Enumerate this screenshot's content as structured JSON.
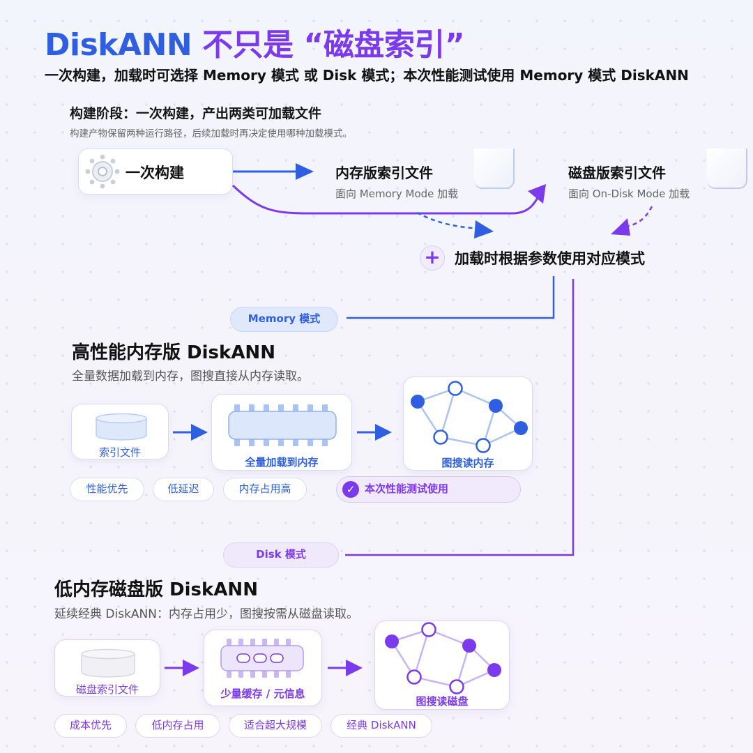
{
  "header": {
    "title_brand": "DiskANN",
    "title_main": " 不只是 “磁盘索引”",
    "subtitle": "一次构建，加载时可选择 Memory 模式 或 Disk 模式；本次性能测试使用 Memory 模式 DiskANN"
  },
  "build_stage": {
    "heading": "构建阶段：一次构建，产出两类可加载文件",
    "description": "构建产物保留两种运行路径，后续加载时再决定使用哪种加载模式。",
    "build_label": "一次构建",
    "memory_file": {
      "title": "内存版索引文件",
      "subtitle": "面向 Memory Mode 加载"
    },
    "disk_file": {
      "title": "磁盘版索引文件",
      "subtitle": "面向 On-Disk Mode 加载"
    },
    "load_label": "加载时根据参数使用对应模式"
  },
  "memory_section": {
    "mode_pill": "Memory 模式",
    "title": "高性能内存版 DiskANN",
    "subtitle": "全量数据加载到内存，图搜直接从内存读取。",
    "steps": [
      "索引文件",
      "全量加载到内存",
      "图搜读内存"
    ],
    "tags": [
      "性能优先",
      "低延迟",
      "内存占用高"
    ],
    "highlight_tag": "本次性能测试使用"
  },
  "disk_section": {
    "mode_pill": "Disk 模式",
    "title": "低内存磁盘版 DiskANN",
    "subtitle": "延续经典 DiskANN：内存占用少，图搜按需从磁盘读取。",
    "steps": [
      "磁盘索引文件",
      "少量缓存 / 元信息",
      "图搜读磁盘"
    ],
    "tags": [
      "成本优先",
      "低内存占用",
      "适合超大规模",
      "经典 DiskANN"
    ]
  },
  "colors": {
    "blue": "#2f5fe0",
    "purple": "#7c3aed"
  },
  "icons": [
    "gear-icon",
    "plus-icon",
    "arrow-right-icon",
    "database-icon",
    "memory-chip-icon",
    "graph-icon",
    "check-circle-icon",
    "document-icon"
  ]
}
